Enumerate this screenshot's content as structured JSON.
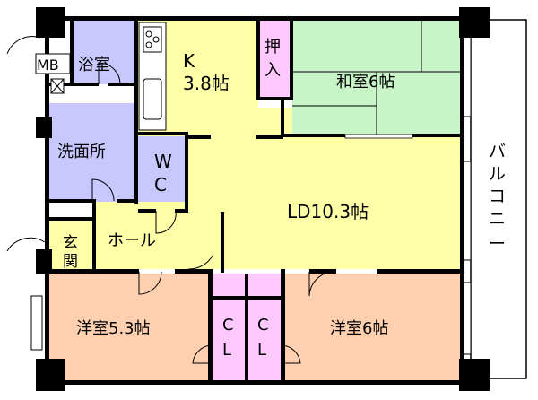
{
  "rooms": {
    "bath": "浴室",
    "mb": "MB",
    "kitchen_name": "K",
    "kitchen_size": "3.8帖",
    "oshiire": [
      "押",
      "入"
    ],
    "washitsu": "和室6帖",
    "senmen": "洗面所",
    "wc": [
      "W",
      "C"
    ],
    "ld": "LD10.3帖",
    "balcony": [
      "バ",
      "ル",
      "コ",
      "ニ",
      "ー"
    ],
    "genkan": [
      "玄",
      "関"
    ],
    "hall": "ホール",
    "youshitsu_a": "洋室5.3帖",
    "youshitsu_b": "洋室6帖",
    "cl_a": [
      "C",
      "L"
    ],
    "cl_b": [
      "C",
      "L"
    ]
  },
  "colors": {
    "bath": "#c8c8ff",
    "senmen": "#c8c8ff",
    "wc": "#c8c8ff",
    "kitchen": "#ffffa8",
    "ld": "#ffffa8",
    "hall": "#ffffa8",
    "genkan": "#ffffa8",
    "washitsu": "#c8f5c8",
    "oshiire": "#ffc8ff",
    "youshitsu": "#ffd0b0",
    "closet": "#ffc8ff",
    "wall": "#000000"
  }
}
